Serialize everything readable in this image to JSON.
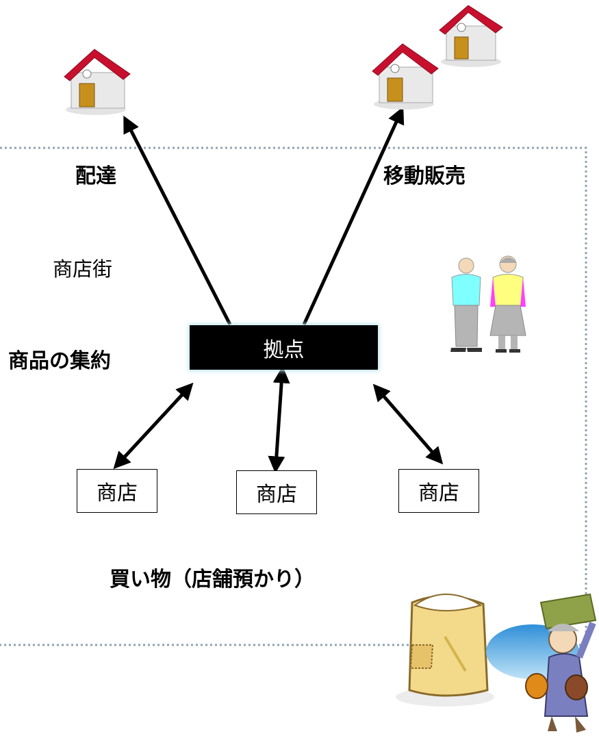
{
  "labels": {
    "delivery": "配達",
    "mobile_sales": "移動販売",
    "shopping_street": "商店街",
    "consolidation": "商品の集約",
    "hub": "拠点",
    "shopping": "買い物（店舗預かり）"
  },
  "shops": [
    "商店",
    "商店",
    "商店"
  ],
  "icons": [
    "house-icon",
    "house-icon",
    "house-icon",
    "elderly-couple-icon",
    "rice-bag-icon",
    "elderly-woman-shopping-icon"
  ],
  "colors": {
    "dotted_border": "#8fa3ad",
    "hub_bg": "#000000",
    "hub_glow": "#bfe6f0",
    "roof": "#c8102e"
  }
}
